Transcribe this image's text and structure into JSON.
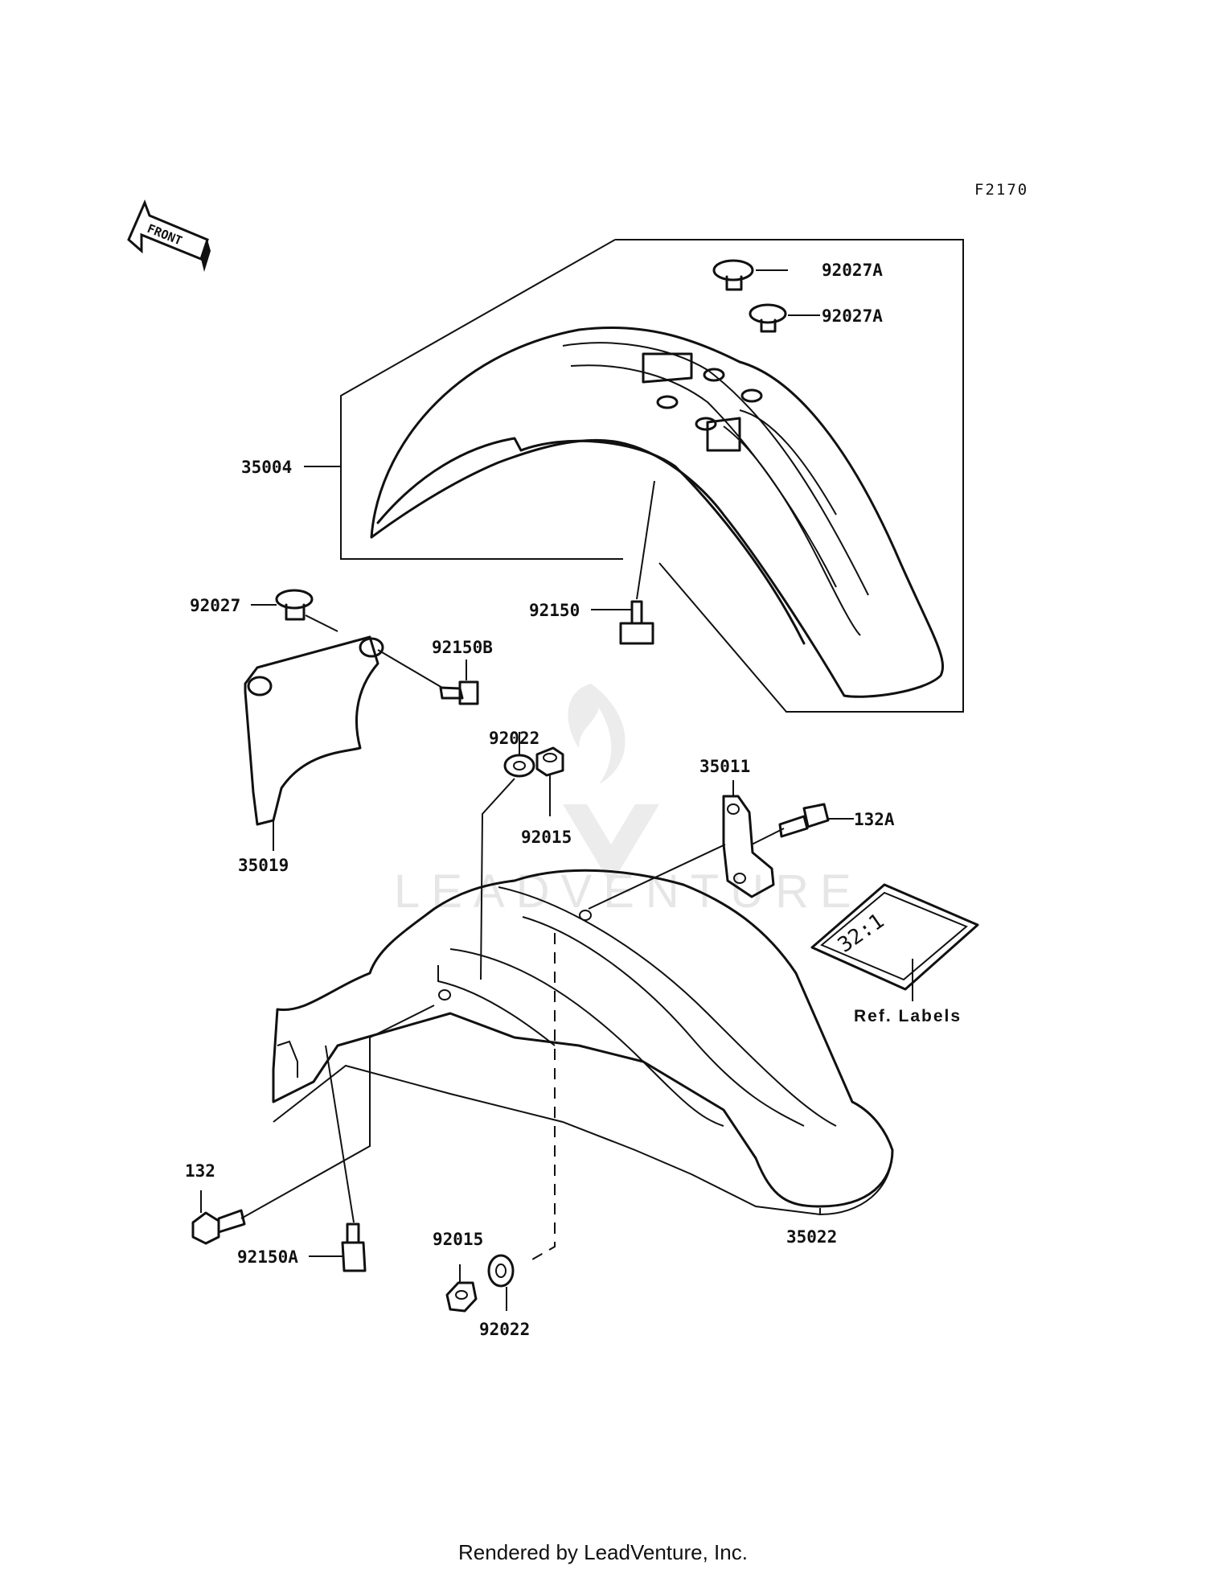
{
  "diagram_code": "F2170",
  "front_arrow_label": "FRONT",
  "watermark": "LEADVENTURE",
  "label_plate_text": "32:1",
  "footer": "Rendered by LeadVenture, Inc.",
  "callouts": {
    "p92027A_1": "92027A",
    "p92027A_2": "92027A",
    "p35004": "35004",
    "p92150": "92150",
    "p92027": "92027",
    "p92150B": "92150B",
    "p35019": "35019",
    "p92022_top": "92022",
    "p92015_top": "92015",
    "p35011": "35011",
    "p132A": "132A",
    "p_ref_labels": "Ref. Labels",
    "p132": "132",
    "p92150A": "92150A",
    "p92015_bottom": "92015",
    "p92022_bottom": "92022",
    "p35022": "35022"
  }
}
